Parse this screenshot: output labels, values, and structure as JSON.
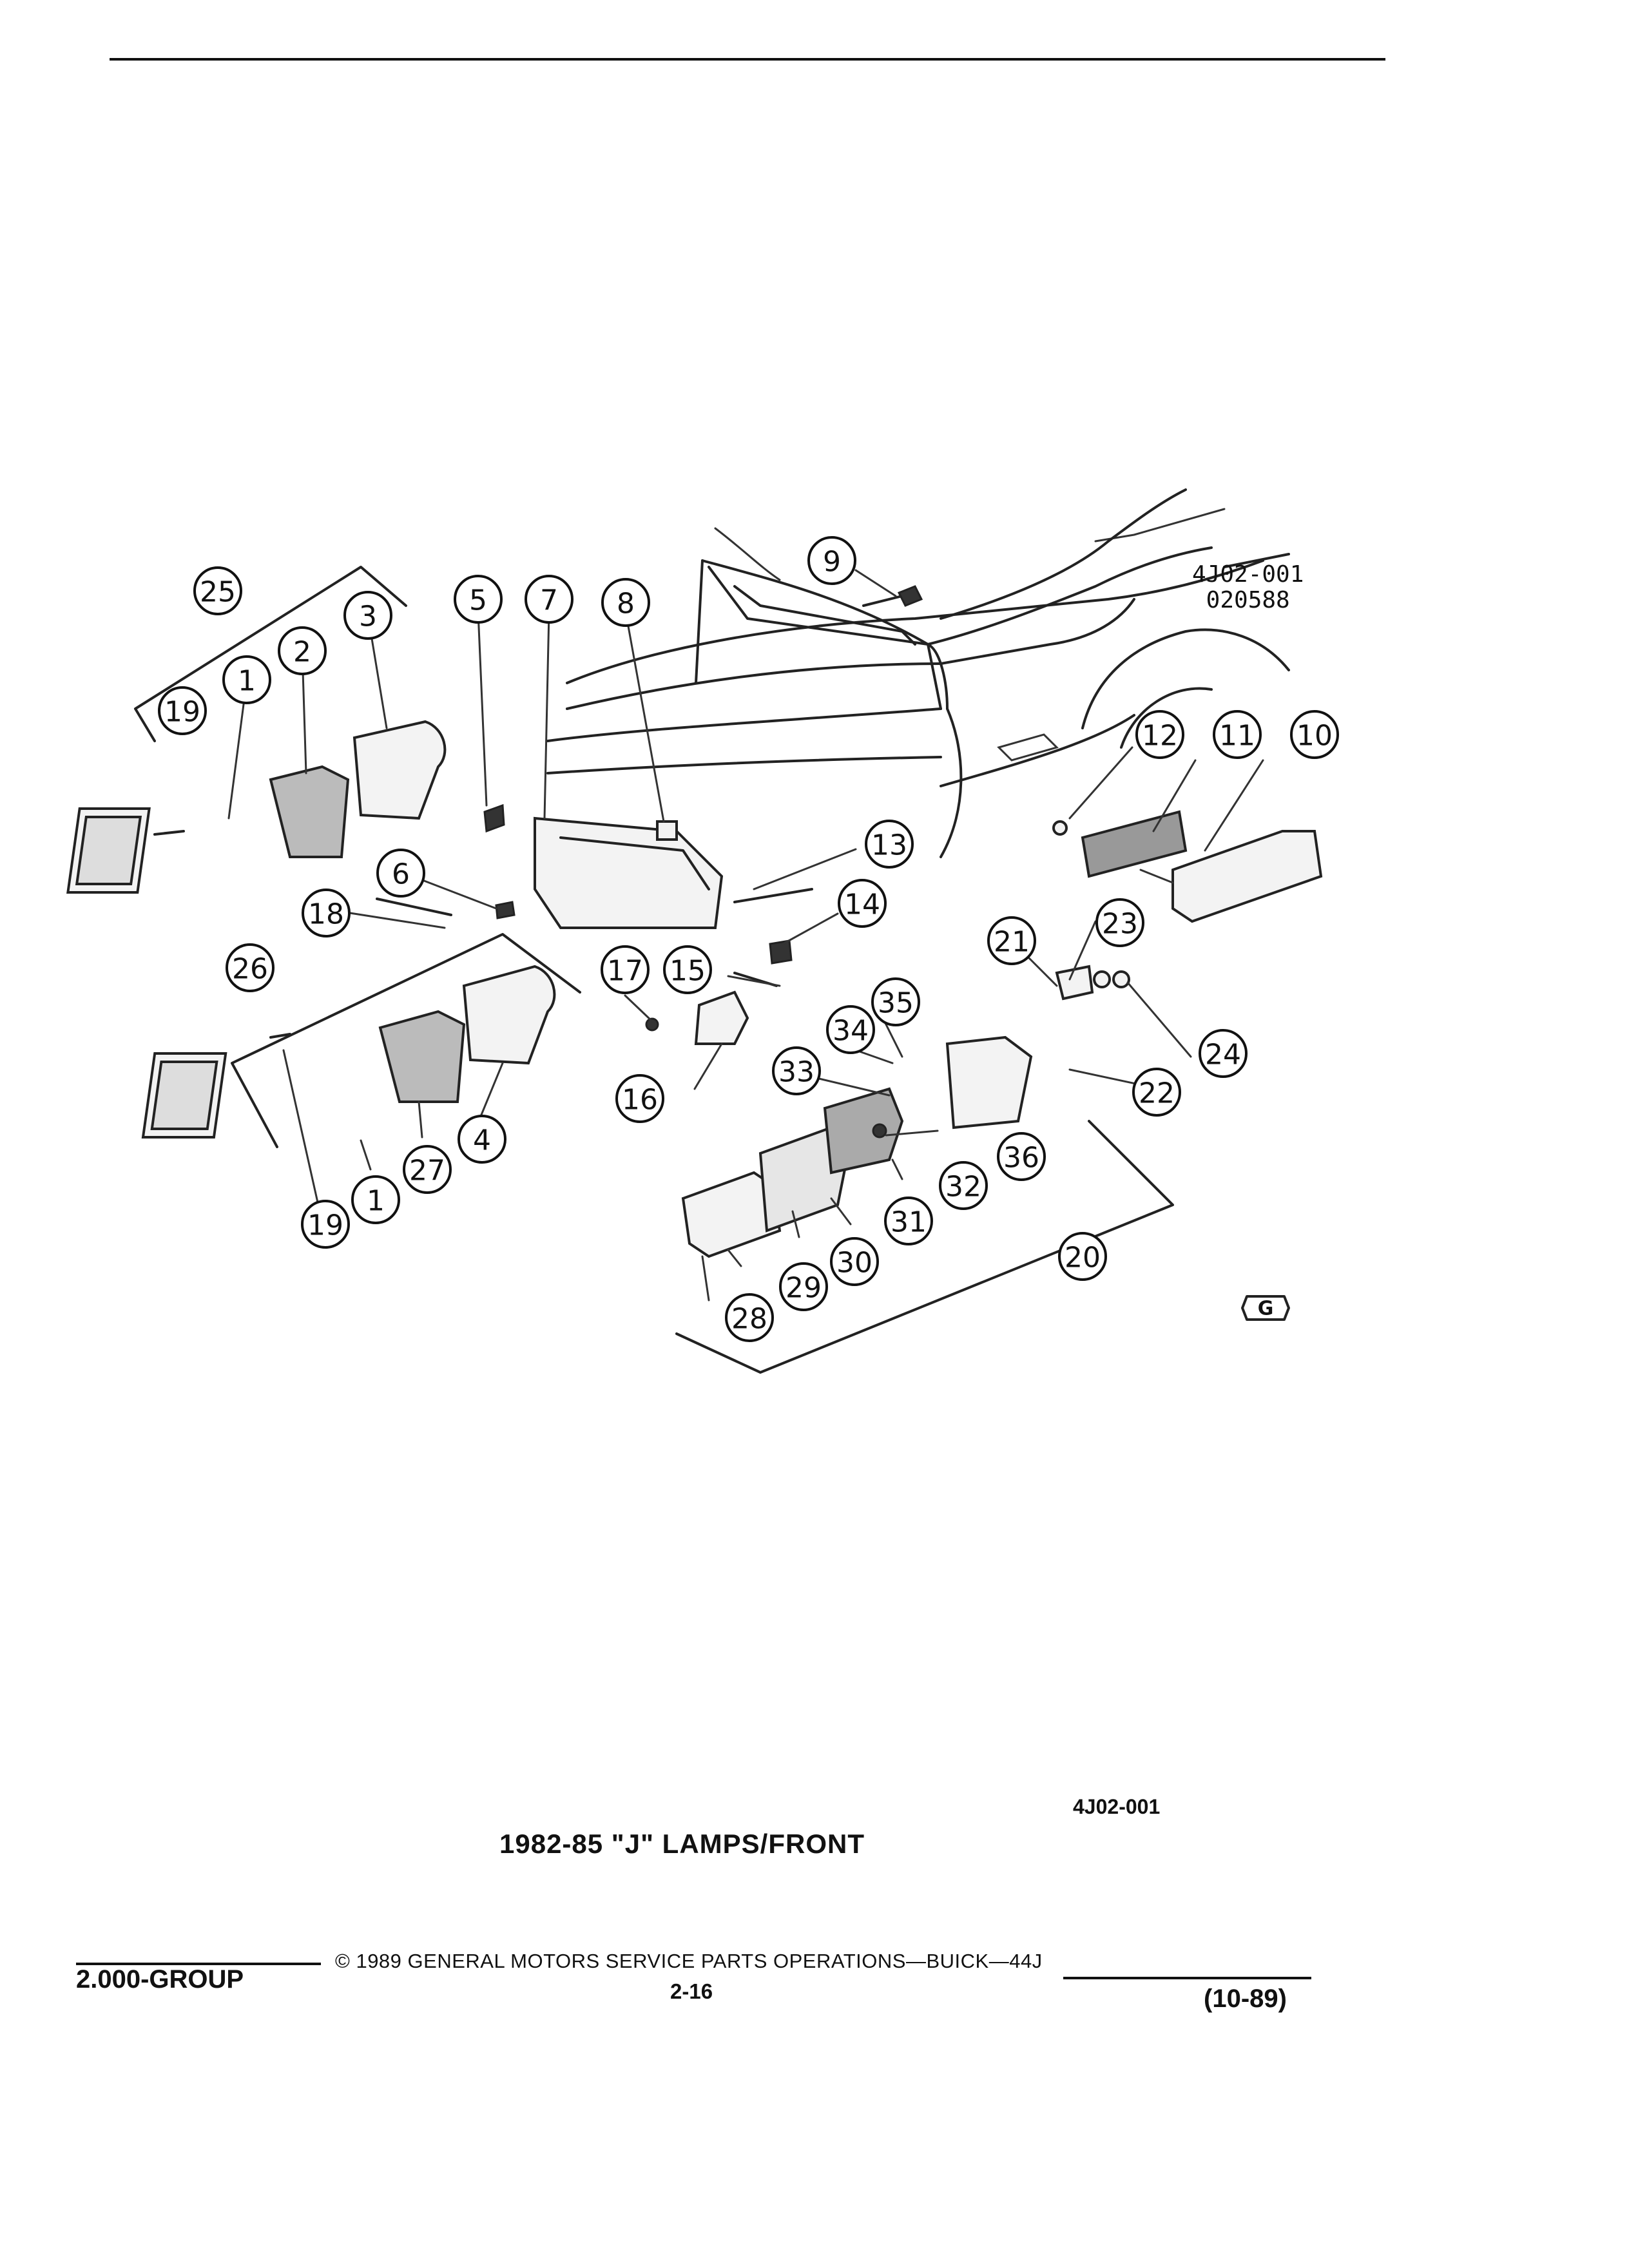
{
  "figure": {
    "code_block": [
      "4J02-001",
      "020588"
    ],
    "code": "4J02-001",
    "title": "1982-85 \"J\" LAMPS/FRONT"
  },
  "callouts": [
    {
      "label": "1"
    },
    {
      "label": "1"
    },
    {
      "label": "2"
    },
    {
      "label": "3"
    },
    {
      "label": "4"
    },
    {
      "label": "5"
    },
    {
      "label": "6"
    },
    {
      "label": "7"
    },
    {
      "label": "8"
    },
    {
      "label": "9"
    },
    {
      "label": "10"
    },
    {
      "label": "11"
    },
    {
      "label": "12"
    },
    {
      "label": "13"
    },
    {
      "label": "14"
    },
    {
      "label": "15"
    },
    {
      "label": "16"
    },
    {
      "label": "17"
    },
    {
      "label": "18"
    },
    {
      "label": "19"
    },
    {
      "label": "19"
    },
    {
      "label": "20"
    },
    {
      "label": "21"
    },
    {
      "label": "22"
    },
    {
      "label": "23"
    },
    {
      "label": "24"
    },
    {
      "label": "25"
    },
    {
      "label": "26"
    },
    {
      "label": "27"
    },
    {
      "label": "28"
    },
    {
      "label": "29"
    },
    {
      "label": "30"
    },
    {
      "label": "31"
    },
    {
      "label": "32"
    },
    {
      "label": "33"
    },
    {
      "label": "34"
    },
    {
      "label": "35"
    },
    {
      "label": "36"
    }
  ],
  "footer": {
    "group": "2.000-GROUP",
    "copyright": "© 1989 GENERAL MOTORS SERVICE PARTS OPERATIONS—BUICK—44J",
    "page": "2-16",
    "date": "(10-89)"
  },
  "marks": {
    "logo_icon": "gm-parts-logo-icon"
  }
}
